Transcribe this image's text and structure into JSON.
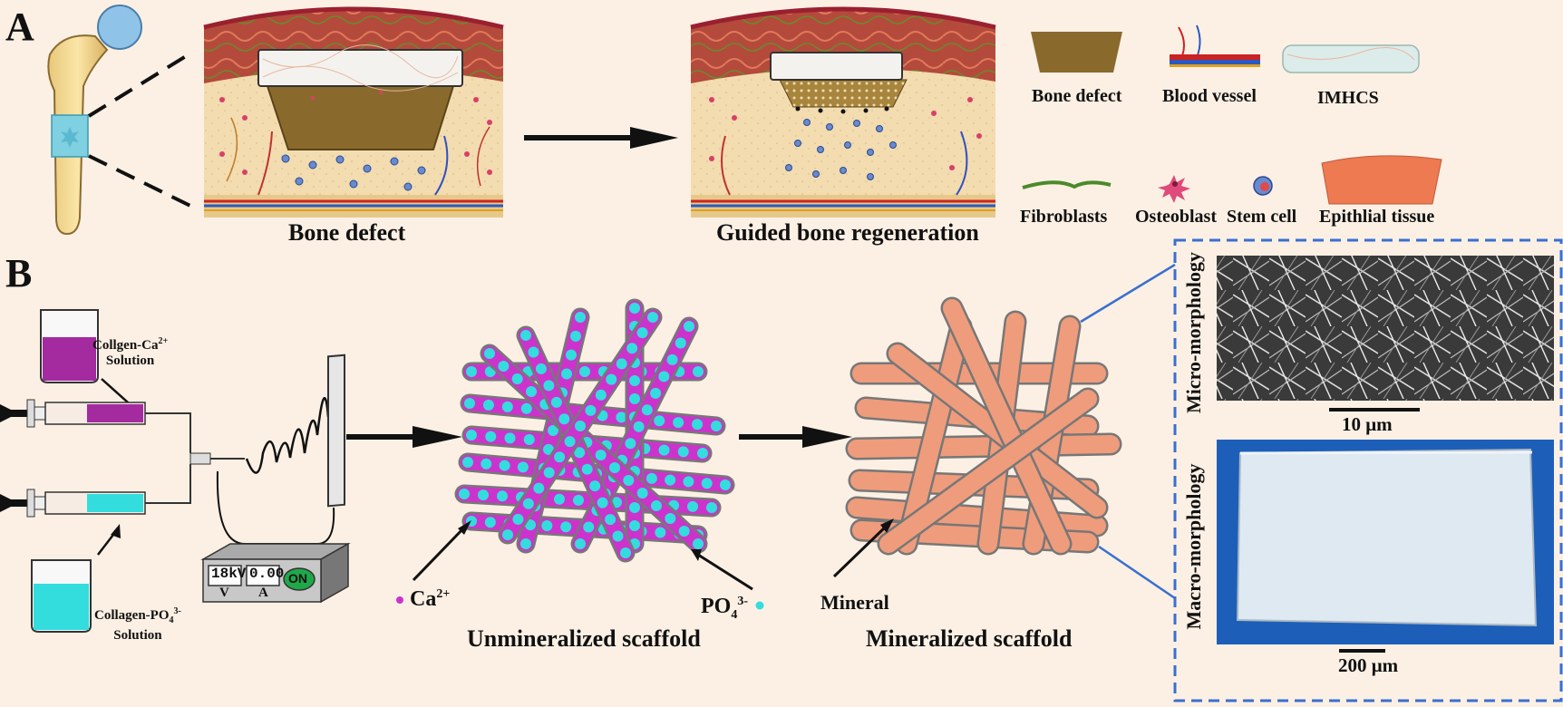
{
  "panel_a": {
    "letter": "A",
    "caption_left": "Bone defect",
    "caption_right": "Guided bone regeneration",
    "legend": {
      "bone_defect": "Bone defect",
      "blood_vessel": "Blood vessel",
      "imhcs": "IMHCS",
      "fibroblasts": "Fibroblasts",
      "osteoblast": "Osteoblast",
      "stem_cell": "Stem cell",
      "epithelial": "Epithlial tissue"
    }
  },
  "panel_b": {
    "letter": "B",
    "solution_ca": "Collgen-Ca",
    "solution_ca_sup": "2+",
    "solution_ca_word": "Solution",
    "solution_po": "Collagen-PO",
    "solution_po_sub": "4",
    "solution_po_sup": "3-",
    "solution_po_word": "Solution",
    "device": {
      "voltage": "18kV",
      "voltage_unit": "V",
      "current": "0.00",
      "current_unit": "A",
      "power": "ON"
    },
    "ion_ca": "Ca",
    "ion_ca_sup": "2+",
    "ion_po": "PO",
    "ion_po_sub": "4",
    "ion_po_sup": "3-",
    "mineral": "Mineral",
    "caption_unmin": "Unmineralized scaffold",
    "caption_min": "Mineralized scaffold",
    "micro_label": "Micro-morphology",
    "macro_label": "Macro-morphology",
    "scale_micro": "10 μm",
    "scale_macro": "200 μm"
  },
  "colors": {
    "background": "#fcf0e4",
    "defect": "#8a6a2c",
    "magenta": "#cc33cc",
    "cyan": "#33dddd",
    "fiber": "#ef9c7c",
    "blue_dash": "#3a6fd0"
  }
}
